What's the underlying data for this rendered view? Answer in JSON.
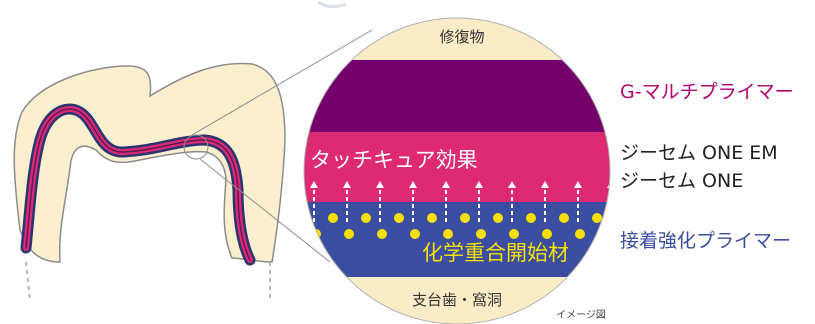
{
  "diagram": {
    "circle": {
      "layers": {
        "restoration": "修復物",
        "touch_cure": "タッチキュア効果",
        "chemical_initiator": "化学重合開始材",
        "abutment": "支台歯・窩洞"
      },
      "caption": "イメージ図"
    },
    "legend": {
      "primer": "G-マルチプライマー",
      "cement_line1": "ジーセム ONE EM",
      "cement_line2": "ジーセム ONE",
      "enhancer": "接着強化プライマー"
    },
    "colors": {
      "restoration": "#fbecc8",
      "primer": "#74006c",
      "cement": "#dd2a73",
      "enhancer": "#3a4da1",
      "dots": "#f7e100",
      "tooth": "#fbefcf",
      "tooth_outline": "#8c8c8c",
      "legend_primer": "#b3006e",
      "legend_cement": "#222222",
      "legend_enhancer": "#3a4da1"
    }
  }
}
